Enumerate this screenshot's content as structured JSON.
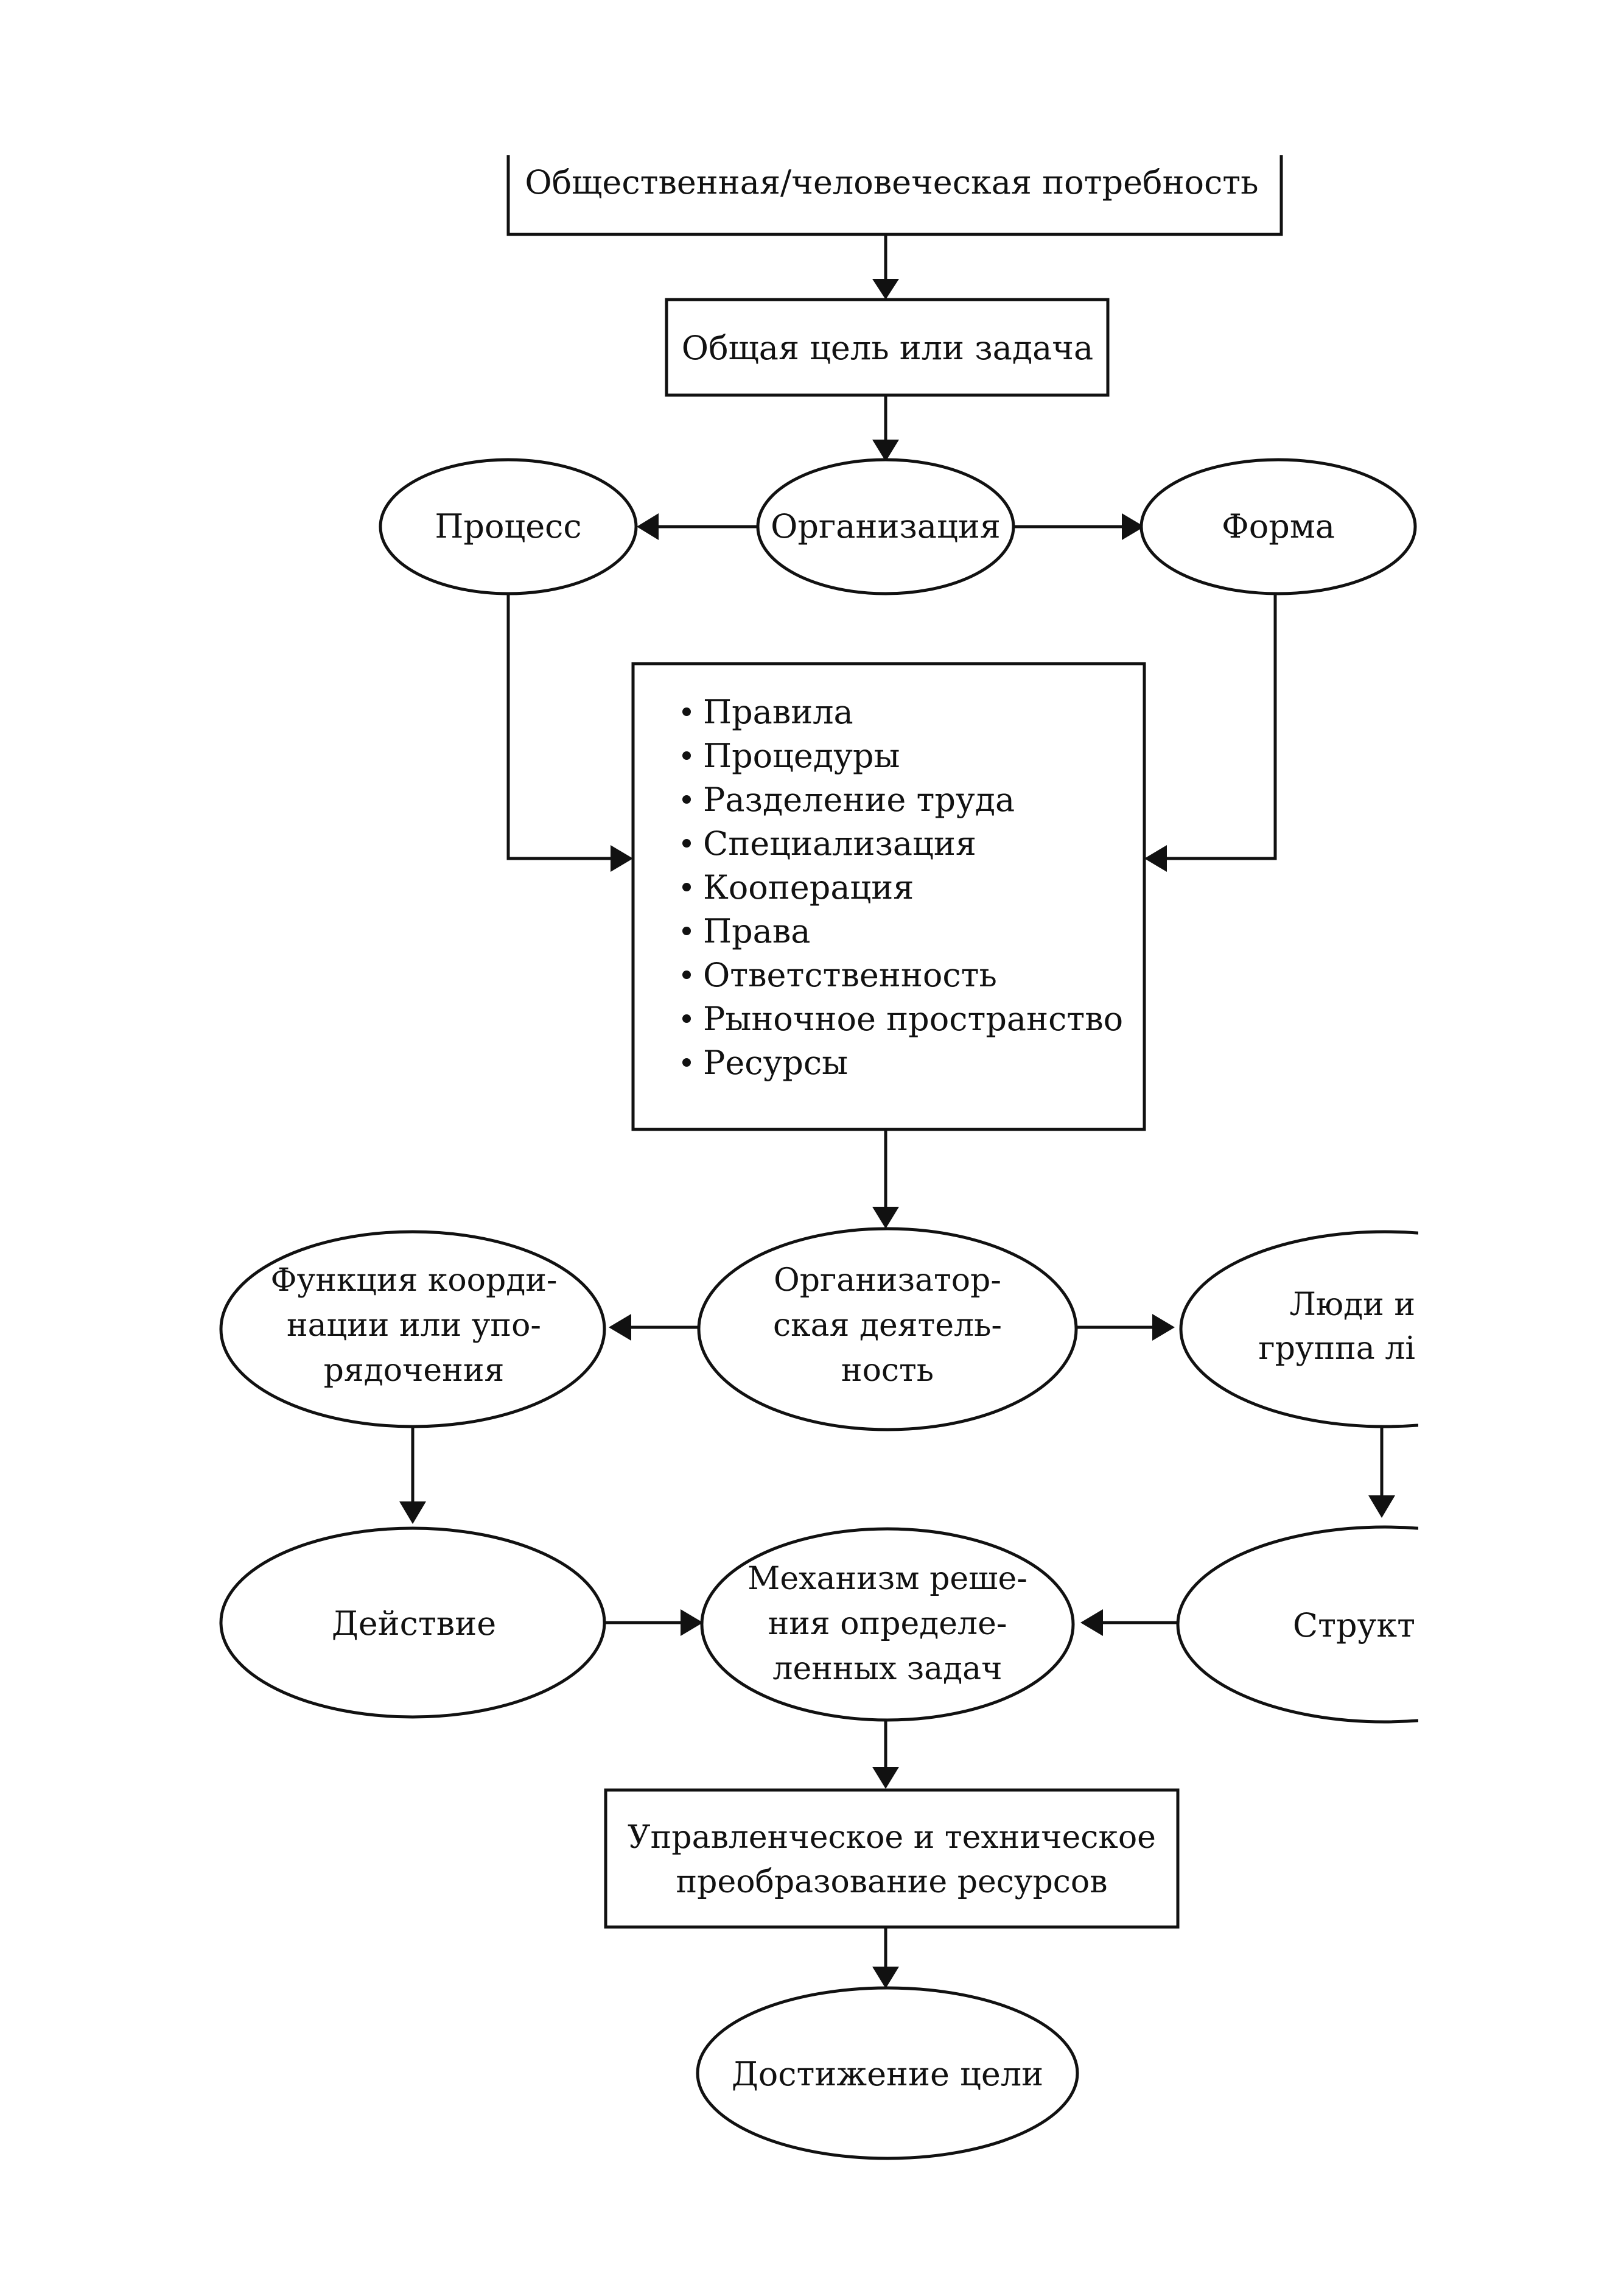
{
  "nodes": {
    "need": "Общественная/человеческая потребность",
    "goal": "Общая цель или задача",
    "process": "Процесс",
    "organization": "Организация",
    "form": "Форма",
    "list": [
      "Правила",
      "Процедуры",
      "Разделение труда",
      "Специализация",
      "Кооперация",
      "Права",
      "Ответственность",
      "Рыночное пространство",
      "Ресурсы"
    ],
    "coordination": [
      "Функция коорди-",
      "нации или упо-",
      "рядочения"
    ],
    "organizing_activity": [
      "Организатор-",
      "ская деятель-",
      "ность"
    ],
    "people": [
      "Люди и",
      "группа лі"
    ],
    "action": "Действие",
    "mechanism": [
      "Механизм реше-",
      "ния определе-",
      "ленных задач"
    ],
    "structure": "Структ",
    "transformation": [
      "Управленческое и техническое",
      "преобразование ресурсов"
    ],
    "achievement": "Достижение цели"
  }
}
